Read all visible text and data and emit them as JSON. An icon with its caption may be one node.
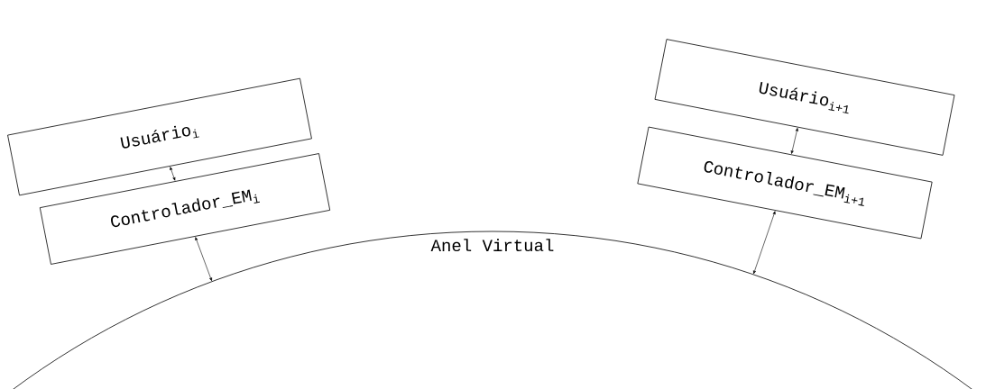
{
  "diagram": {
    "nodes": [
      {
        "text": [
          "Usuário$_{i}$"
        ]
      },
      {
        "text": [
          "Controlador_EM$_{i}$"
        ]
      },
      {
        "text": [
          "Usuário$_{i+1}$"
        ]
      },
      {
        "text": [
          "Controlador_EM$_{i+1}$"
        ]
      },
      {
        "text": [
          "Anel Virtual"
        ]
      }
    ],
    "edges": [
      {
        "from": 0,
        "to": 1,
        "arrow": "both"
      },
      {
        "from": 1,
        "to": 4,
        "arrow": "both"
      },
      {
        "from": 2,
        "to": 3,
        "arrow": "both"
      },
      {
        "from": 3,
        "to": 4,
        "arrow": "both"
      }
    ]
  }
}
